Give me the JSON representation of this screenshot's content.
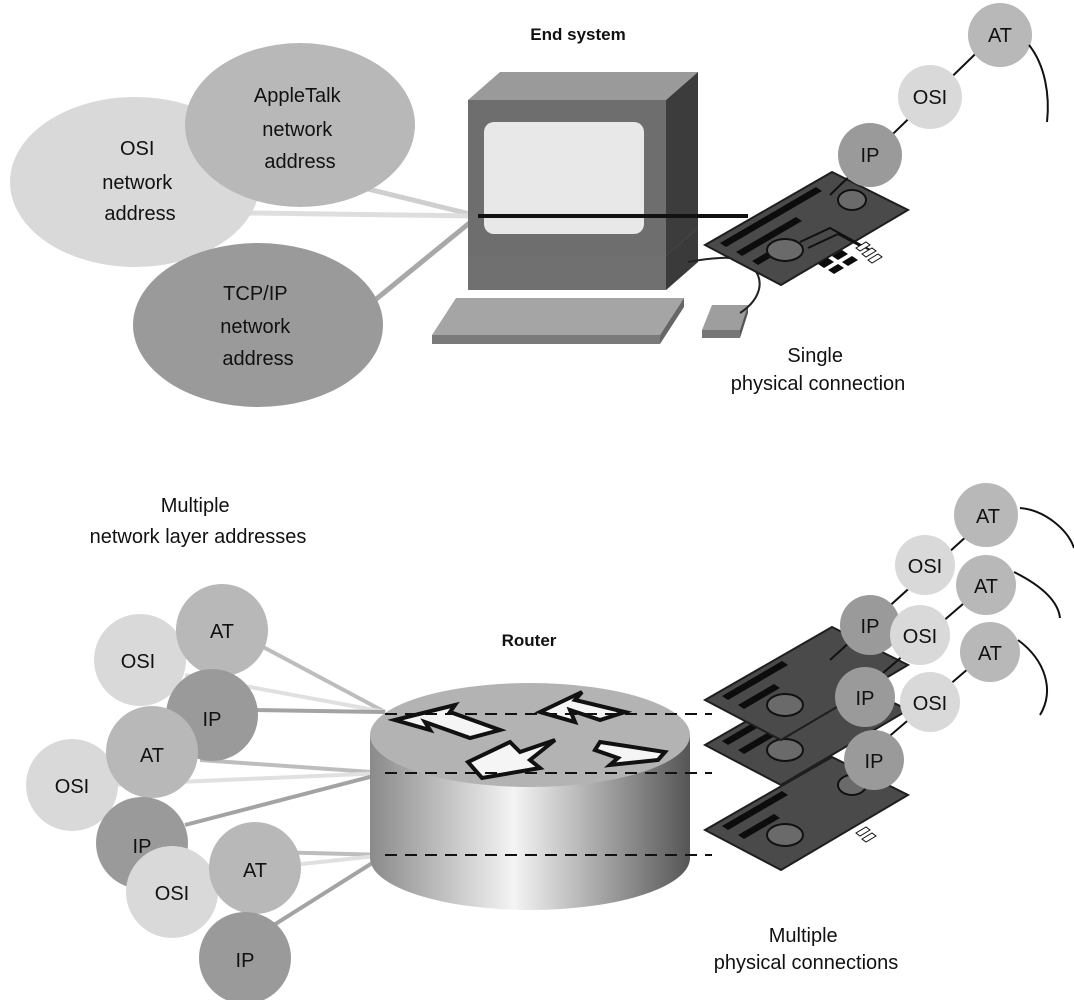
{
  "top": {
    "end_system_label": "End system",
    "oval_osi": [
      "OSI",
      "network",
      "address"
    ],
    "oval_appletalk": [
      "AppleTalk",
      "network",
      "address"
    ],
    "oval_tcpip": [
      "TCP/IP",
      "network",
      "address"
    ],
    "chain": [
      "IP",
      "OSI",
      "AT"
    ],
    "connection_label": [
      "Single",
      "physical connection"
    ]
  },
  "bottom": {
    "addresses_label": [
      "Multiple",
      "network layer addresses"
    ],
    "router_label": "Router",
    "left_groups": [
      [
        "AT",
        "OSI",
        "IP"
      ],
      [
        "AT",
        "OSI",
        "IP"
      ],
      [
        "AT",
        "OSI",
        "IP"
      ]
    ],
    "right_chains": [
      [
        "IP",
        "OSI",
        "AT"
      ],
      [
        "IP",
        "OSI",
        "AT"
      ],
      [
        "IP",
        "OSI",
        "AT"
      ]
    ],
    "connection_label": [
      "Multiple",
      "physical connections"
    ]
  },
  "colors": {
    "osi_light": "#d9d9d9",
    "appletalk_mid": "#b8b8b8",
    "tcpip_dark": "#9a9a9a",
    "board": "#4a4a4a",
    "monitor": "#6e6e6e",
    "screen": "#e8e8e8"
  }
}
